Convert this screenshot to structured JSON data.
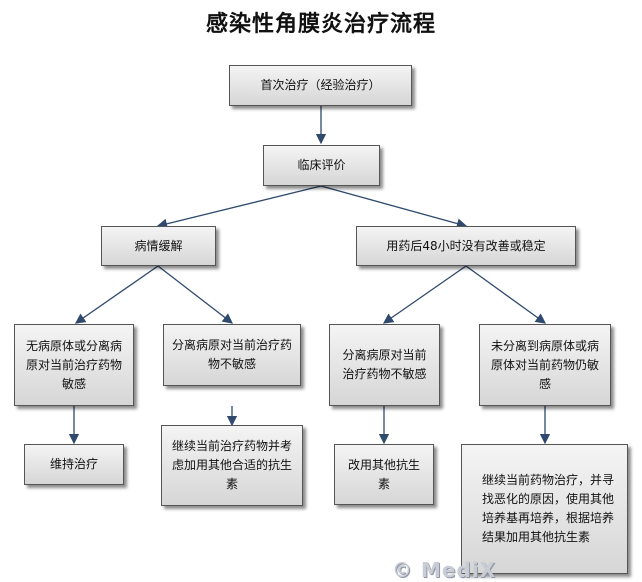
{
  "title": "感染性角膜炎治疗流程",
  "watermark": "© MediX",
  "nodes": {
    "first_treatment": "首次治疗（经验治疗）",
    "clinical_eval": "临床评价",
    "remission": "病情缓解",
    "no_improve": "用药后48小时没有改善或稳定",
    "no_pathogen_sensitive": "无病原体或分离病原对当前治疗药物敏感",
    "pathogen_insensitive": "分离病原对当前治疗药物不敏感",
    "pathogen_insensitive_2": "分离病原对当前治疗药物不敏感",
    "no_pathogen_still_sensitive": "未分离到病原体或病原体对当前药物仍敏感",
    "maintain": "维持治疗",
    "continue_add": "继续当前治疗药物并考虑加用其他合适的抗生素",
    "switch": "改用其他抗生素",
    "continue_search": "继续当前药物治疗，并寻找恶化的原因，使用其他培养基再培养，根据培养结果加用其他抗生素"
  },
  "colors": {
    "arrow": "#2f4a6e",
    "box_border": "#555555"
  }
}
